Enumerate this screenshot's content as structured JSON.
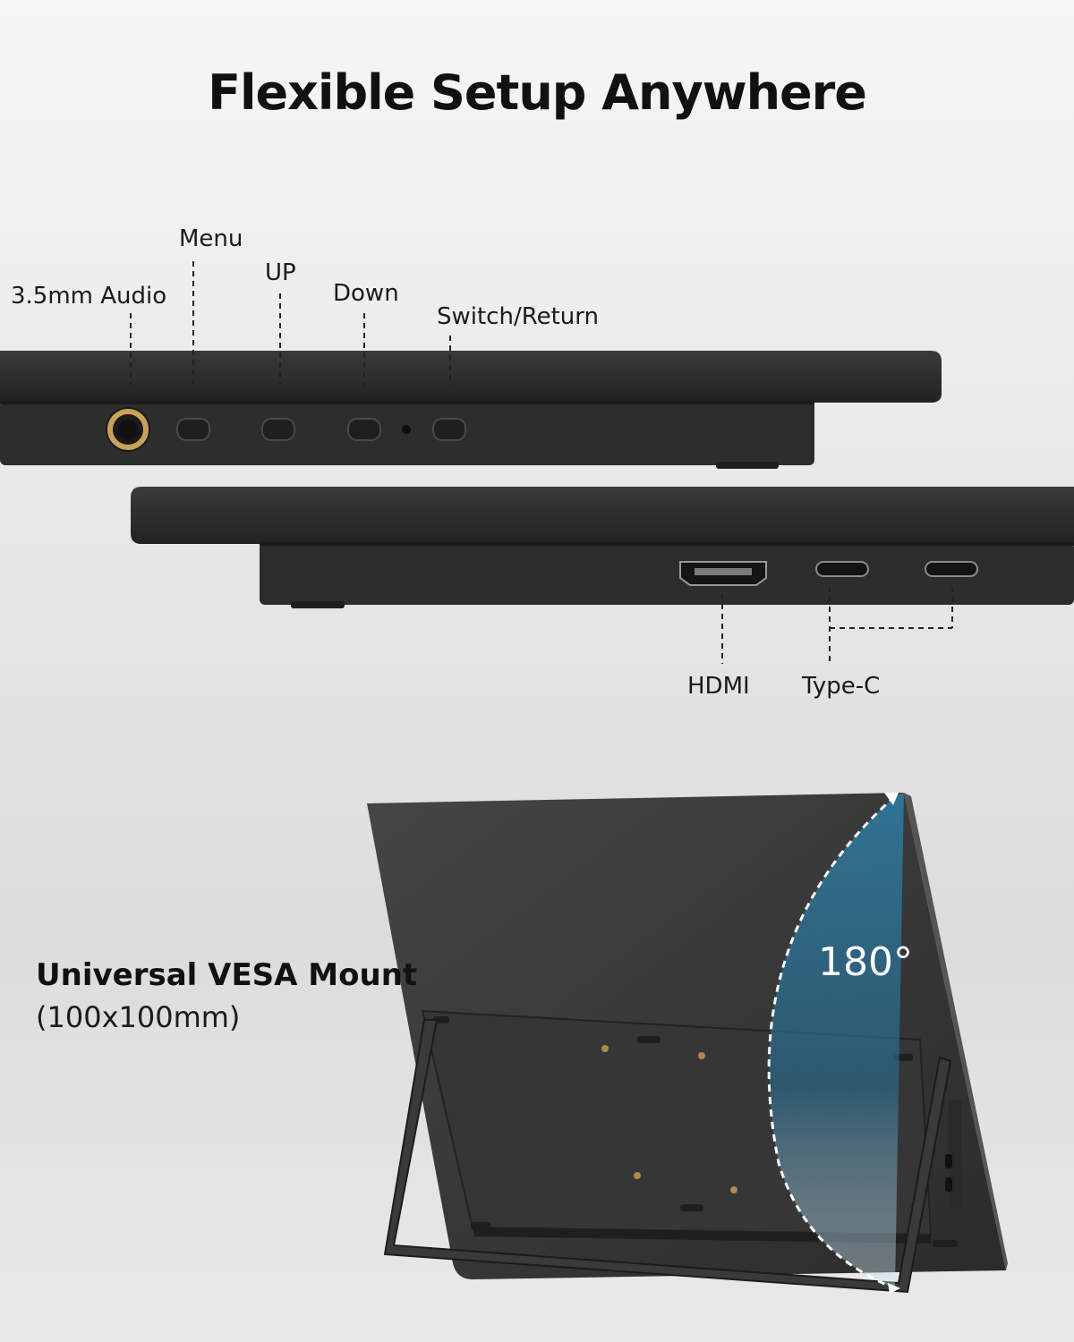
{
  "title": "Flexible Setup Anywhere",
  "top_panel": {
    "labels": {
      "audio": "3.5mm Audio",
      "menu": "Menu",
      "up": "UP",
      "down": "Down",
      "switch": "Switch/Return"
    }
  },
  "bottom_panel": {
    "labels": {
      "hdmi": "HDMI",
      "typec": "Type-C"
    }
  },
  "vesa": {
    "title": "Universal VESA Mount",
    "subtitle": "(100x100mm)",
    "angle": "180°"
  },
  "colors": {
    "device": "#2a2a2a",
    "device_edge": "#3a3a3a",
    "audio_ring": "#c9a25a",
    "angle_fill": "#2f7fa8"
  }
}
